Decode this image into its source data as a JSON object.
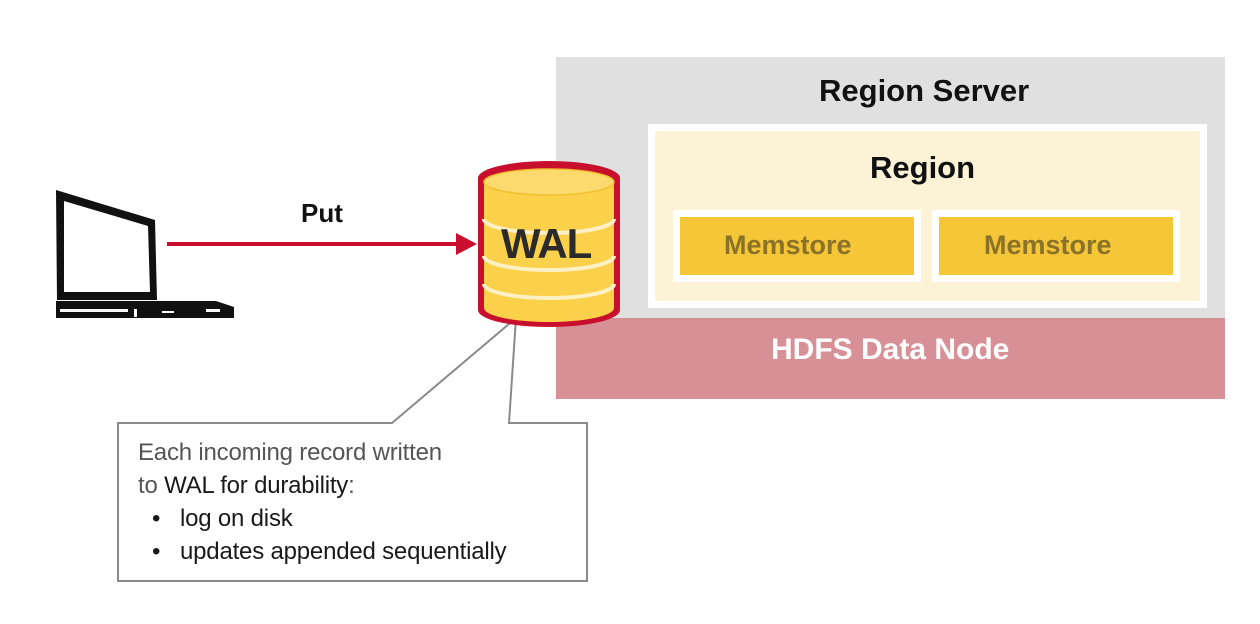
{
  "diagram": {
    "client": {
      "icon": "laptop-icon"
    },
    "arrow": {
      "label": "Put"
    },
    "wal": {
      "label": "WAL",
      "icon": "database-cylinder-icon"
    },
    "region_server": {
      "title": "Region Server",
      "region": {
        "title": "Region",
        "memstores": [
          "Memstore",
          "Memstore"
        ]
      },
      "data_node": {
        "label": "HDFS Data Node"
      }
    },
    "callout": {
      "line1": "Each incoming record written",
      "line2_prefix": "to",
      "line2_highlight": "WAL for durability",
      "line2_suffix": ":",
      "bullet_char": "•",
      "bullets": [
        "log on disk",
        "updates appended sequentially"
      ]
    }
  },
  "colors": {
    "accent_red": "#C8102E",
    "server_gray": "#E0E0E0",
    "data_node_pink": "#D89097",
    "region_cream": "#FCF2D6",
    "memstore_yellow": "#F5C638",
    "memstore_text": "#8A7328",
    "wal_yellow": "#FBD04A"
  }
}
